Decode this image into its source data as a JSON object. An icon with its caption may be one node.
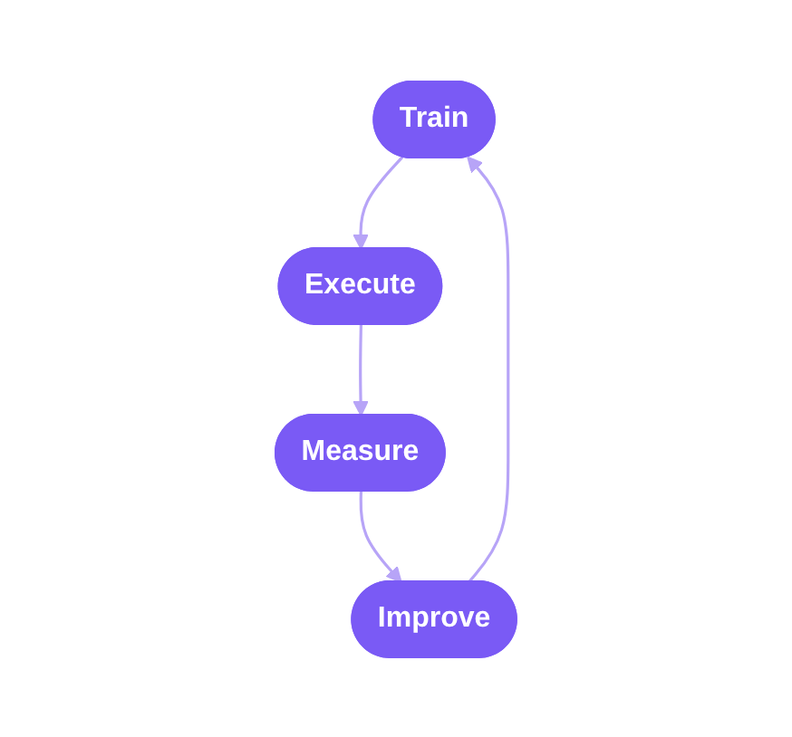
{
  "diagram": {
    "nodes": [
      {
        "text": [
          "Train"
        ]
      },
      {
        "text": [
          "Execute"
        ]
      },
      {
        "text": [
          "Measure"
        ]
      },
      {
        "text": [
          "Improve"
        ]
      }
    ],
    "edges": [
      {
        "from": 0,
        "to": 1,
        "arrow": "to"
      },
      {
        "from": 1,
        "to": 2,
        "arrow": "to"
      },
      {
        "from": 2,
        "to": 3,
        "arrow": "to"
      },
      {
        "from": 3,
        "to": 0,
        "arrow": "to"
      }
    ]
  }
}
